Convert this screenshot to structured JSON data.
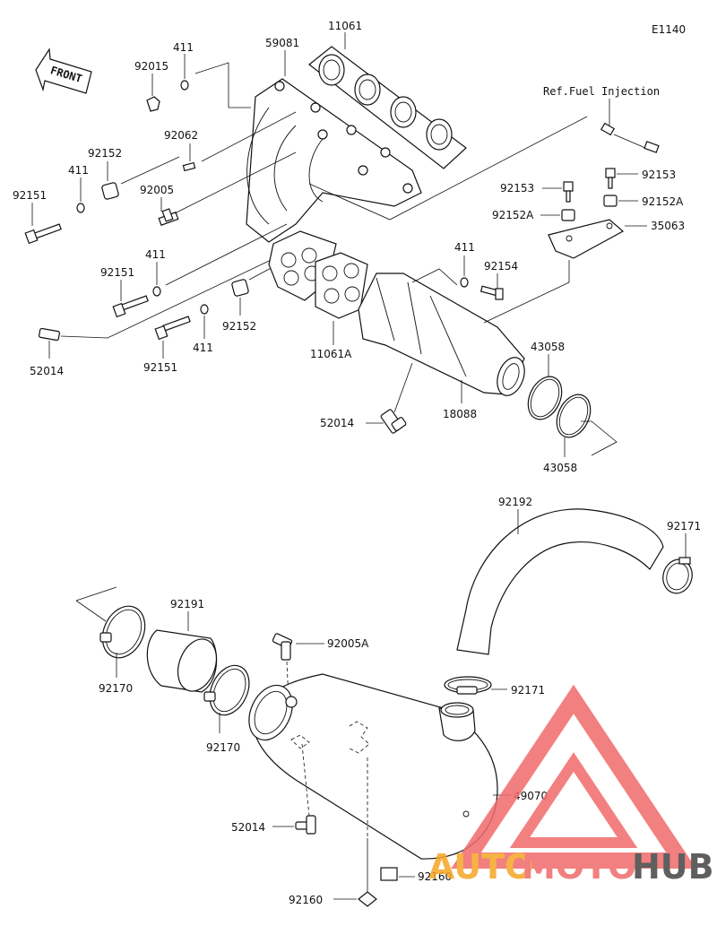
{
  "diagram_code": "E1140",
  "front_label": "FRONT",
  "ref_note": "Ref.Fuel Injection",
  "watermark": {
    "prefix": "AUTO",
    "middle": "MOTO",
    "suffix": "HUB",
    "primary_color": "#f06a6a",
    "secondary_color": "#f5a623",
    "dark_color": "#444444"
  },
  "labels": {
    "p11061": "11061",
    "p59081": "59081",
    "p411_a": "411",
    "p92015": "92015",
    "p92062": "92062",
    "p92152_a": "92152",
    "p411_b": "411",
    "p92151_a": "92151",
    "p92005": "92005",
    "p411_c": "411",
    "p92151_b": "92151",
    "p52014_a": "52014",
    "p92151_c": "92151",
    "p411_d": "411",
    "p92152_b": "92152",
    "p11061a": "11061A",
    "p92153_a": "92153",
    "p92153_b": "92153",
    "p92152a_a": "92152A",
    "p92152a_b": "92152A",
    "p35063": "35063",
    "p411_e": "411",
    "p92154": "92154",
    "p43058_a": "43058",
    "p43058_b": "43058",
    "p52014_b": "52014",
    "p18088": "18088",
    "p92192": "92192",
    "p92171_a": "92171",
    "p92191": "92191",
    "p92005a": "92005A",
    "p92171_b": "92171",
    "p92170_a": "92170",
    "p92170_b": "92170",
    "p49070": "49070",
    "p52014_c": "52014",
    "p92160_a": "92160",
    "p92160_b": "92160"
  }
}
